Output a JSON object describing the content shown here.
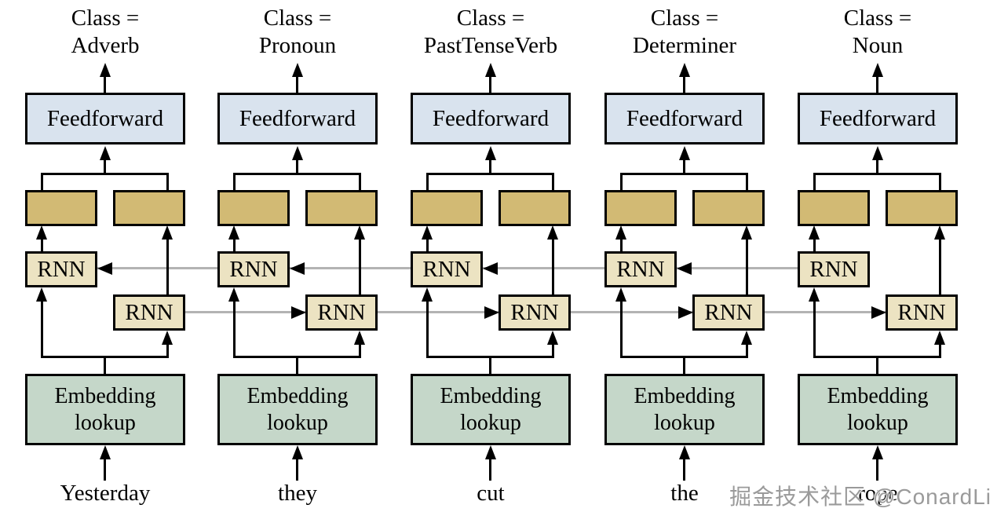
{
  "diagram_type": "bidirectional-rnn-sequence-labeling",
  "columns": [
    {
      "class_prefix": "Class =",
      "class_name": "Adverb",
      "feedforward": "Feedforward",
      "backward_rnn": "RNN",
      "forward_rnn": "RNN",
      "embedding": "Embedding lookup",
      "word": "Yesterday"
    },
    {
      "class_prefix": "Class =",
      "class_name": "Pronoun",
      "feedforward": "Feedforward",
      "backward_rnn": "RNN",
      "forward_rnn": "RNN",
      "embedding": "Embedding lookup",
      "word": "they"
    },
    {
      "class_prefix": "Class =",
      "class_name": "PastTenseVerb",
      "feedforward": "Feedforward",
      "backward_rnn": "RNN",
      "forward_rnn": "RNN",
      "embedding": "Embedding lookup",
      "word": "cut"
    },
    {
      "class_prefix": "Class =",
      "class_name": "Determiner",
      "feedforward": "Feedforward",
      "backward_rnn": "RNN",
      "forward_rnn": "RNN",
      "embedding": "Embedding lookup",
      "word": "the"
    },
    {
      "class_prefix": "Class =",
      "class_name": "Noun",
      "feedforward": "Feedforward",
      "backward_rnn": "RNN",
      "forward_rnn": "RNN",
      "embedding": "Embedding lookup",
      "word": "rope"
    }
  ],
  "watermark": "掘金技术社区 @ConardLi",
  "colors": {
    "feedforward_fill": "#d9e3ee",
    "hidden_state_fill": "#d2ba74",
    "rnn_fill": "#ece3c2",
    "embedding_fill": "#c5d7c9",
    "line_black": "#000000",
    "recurrent_link_gray": "#b3b3b3",
    "watermark_gray": "#9a9a9a"
  }
}
